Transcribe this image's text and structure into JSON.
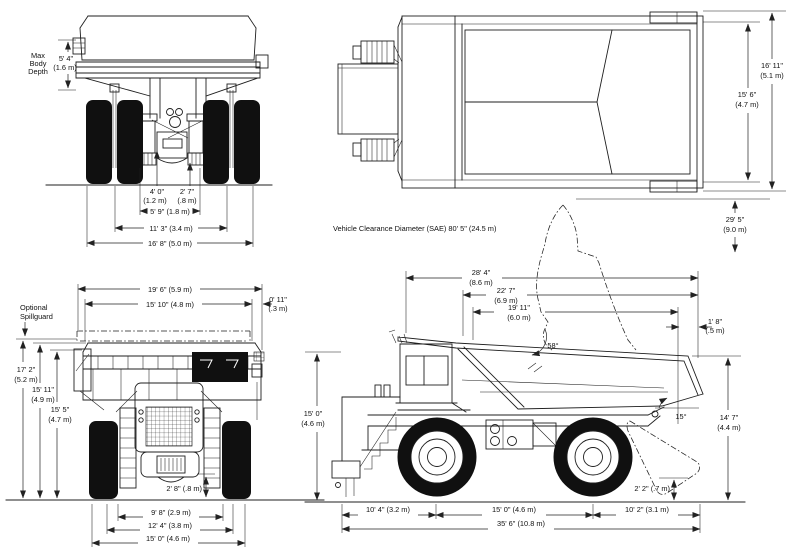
{
  "colors": {
    "line": "#1f1f1f",
    "background": "#ffffff"
  },
  "rear_view": {
    "max_body_depth": {
      "l1": "Max",
      "l2": "Body",
      "l3": "Depth"
    },
    "body_depth": {
      "v": "5' 4\"",
      "m": "(1.6 m)"
    },
    "dual_center": {
      "v": "4' 0\"",
      "m": "(1.2 m)"
    },
    "tire_space": {
      "v": "2' 7\"",
      "m": "(.8 m)"
    },
    "dim_5_9": "5' 9\" (1.8 m)",
    "dim_11_3": "11' 3\" (3.4 m)",
    "dim_16_8": "16' 8\" (5.0 m)"
  },
  "top_view": {
    "overall_width": {
      "v": "16' 11\"",
      "m": "(5.1 m)"
    },
    "body_width": {
      "v": "15' 6\"",
      "m": "(4.7 m)"
    },
    "dump_reach": {
      "v": "29' 5\"",
      "m": "(9.0 m)"
    },
    "clearance_note": "Vehicle Clearance Diameter (SAE) 80' 5\" (24.5 m)"
  },
  "front_view": {
    "spillguard": {
      "l1": "Optional",
      "l2": "Spillguard"
    },
    "dim_19_6": "19' 6\" (5.9 m)",
    "dim_15_10": "15' 10\" (4.8 m)",
    "dim_0_11": {
      "v": "0' 11\"",
      "m": "(.3 m)"
    },
    "dim_17_2": {
      "v": "17' 2\"",
      "m": "(5.2 m)"
    },
    "dim_15_11": {
      "v": "15' 11\"",
      "m": "(4.9 m)"
    },
    "dim_15_5": {
      "v": "15' 5\"",
      "m": "(4.7 m)"
    },
    "dim_2_8": "2' 8\" (.8 m)",
    "dim_9_8": "9' 8\" (2.9 m)",
    "dim_12_4": "12' 4\" (3.8 m)",
    "dim_15_0": "15' 0\" (4.6 m)"
  },
  "side_view": {
    "dim_28_4": {
      "v": "28' 4\"",
      "m": "(8.6 m)"
    },
    "dim_22_7": {
      "v": "22' 7\"",
      "m": "(6.9 m)"
    },
    "dim_19_11": {
      "v": "19' 11\"",
      "m": "(6.0 m)"
    },
    "dump_angle": "58°",
    "body_angle": "15°",
    "dim_1_8": {
      "v": "1' 8\"",
      "m": "(.5 m)"
    },
    "height_15_0": {
      "v": "15' 0\"",
      "m": "(4.6 m)"
    },
    "dim_14_7": {
      "v": "14' 7\"",
      "m": "(4.4 m)"
    },
    "dim_2_2": "2' 2\" (.7 m)",
    "dim_10_4": "10' 4\" (3.2 m)",
    "dim_15_0_wb": "15' 0\" (4.6 m)",
    "dim_10_2": "10' 2\" (3.1 m)",
    "dim_35_6": "35' 6\" (10.8 m)"
  }
}
